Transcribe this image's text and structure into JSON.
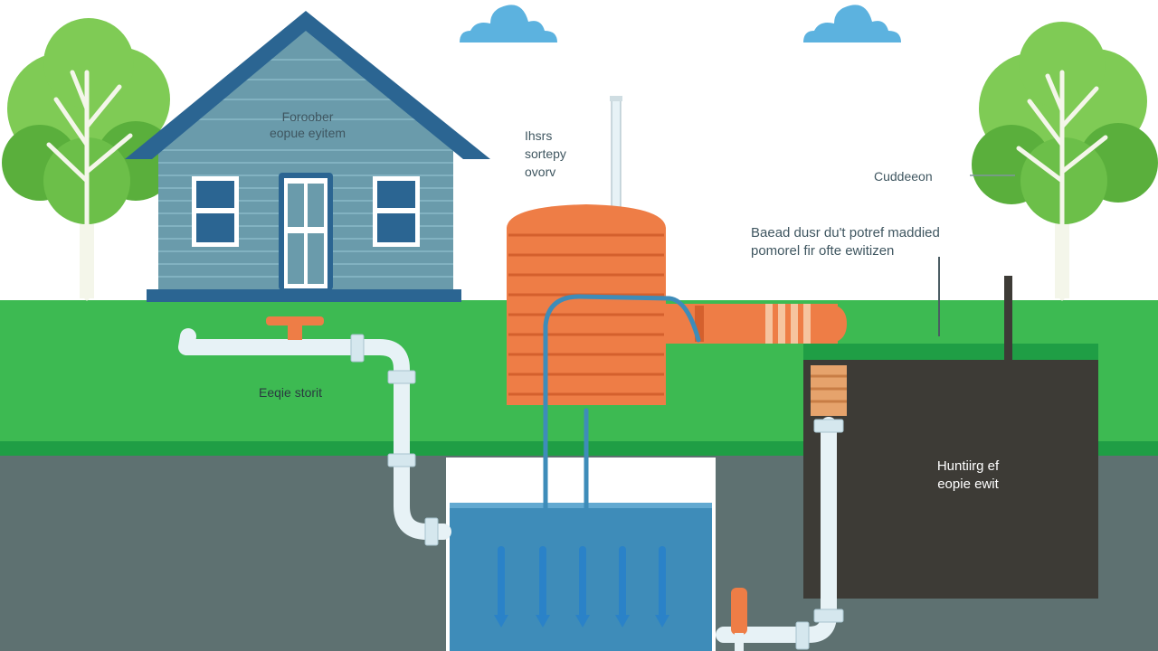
{
  "labels": {
    "house_line1": "Foroober",
    "house_line2": "eopue eyitem",
    "tank_line1": "Ihsrs",
    "tank_line2": "sortepy",
    "tank_line3": "ovorv",
    "right_top": "Cuddeeon",
    "right_mid_line1": "Baead dusr du't potref maddied",
    "right_mid_line2": "pomorel fir ofte ewitizen",
    "left_ground": "Eeqie storit",
    "dark_tank_line1": "Huntiirg ef",
    "dark_tank_line2": "eopie ewit"
  },
  "colors": {
    "sky": "#ffffff",
    "grass": "#3dba52",
    "grass_dark": "#1f9e45",
    "soil": "#5e7171",
    "house_wall": "#6a9bab",
    "roof": "#2b6592",
    "orange": "#ee7d46",
    "water": "#3e8cb9",
    "pipe": "#e7f2f6",
    "dark_tank": "#3d3b36",
    "tree": "#7fcb55",
    "cloud": "#5cb2df"
  }
}
